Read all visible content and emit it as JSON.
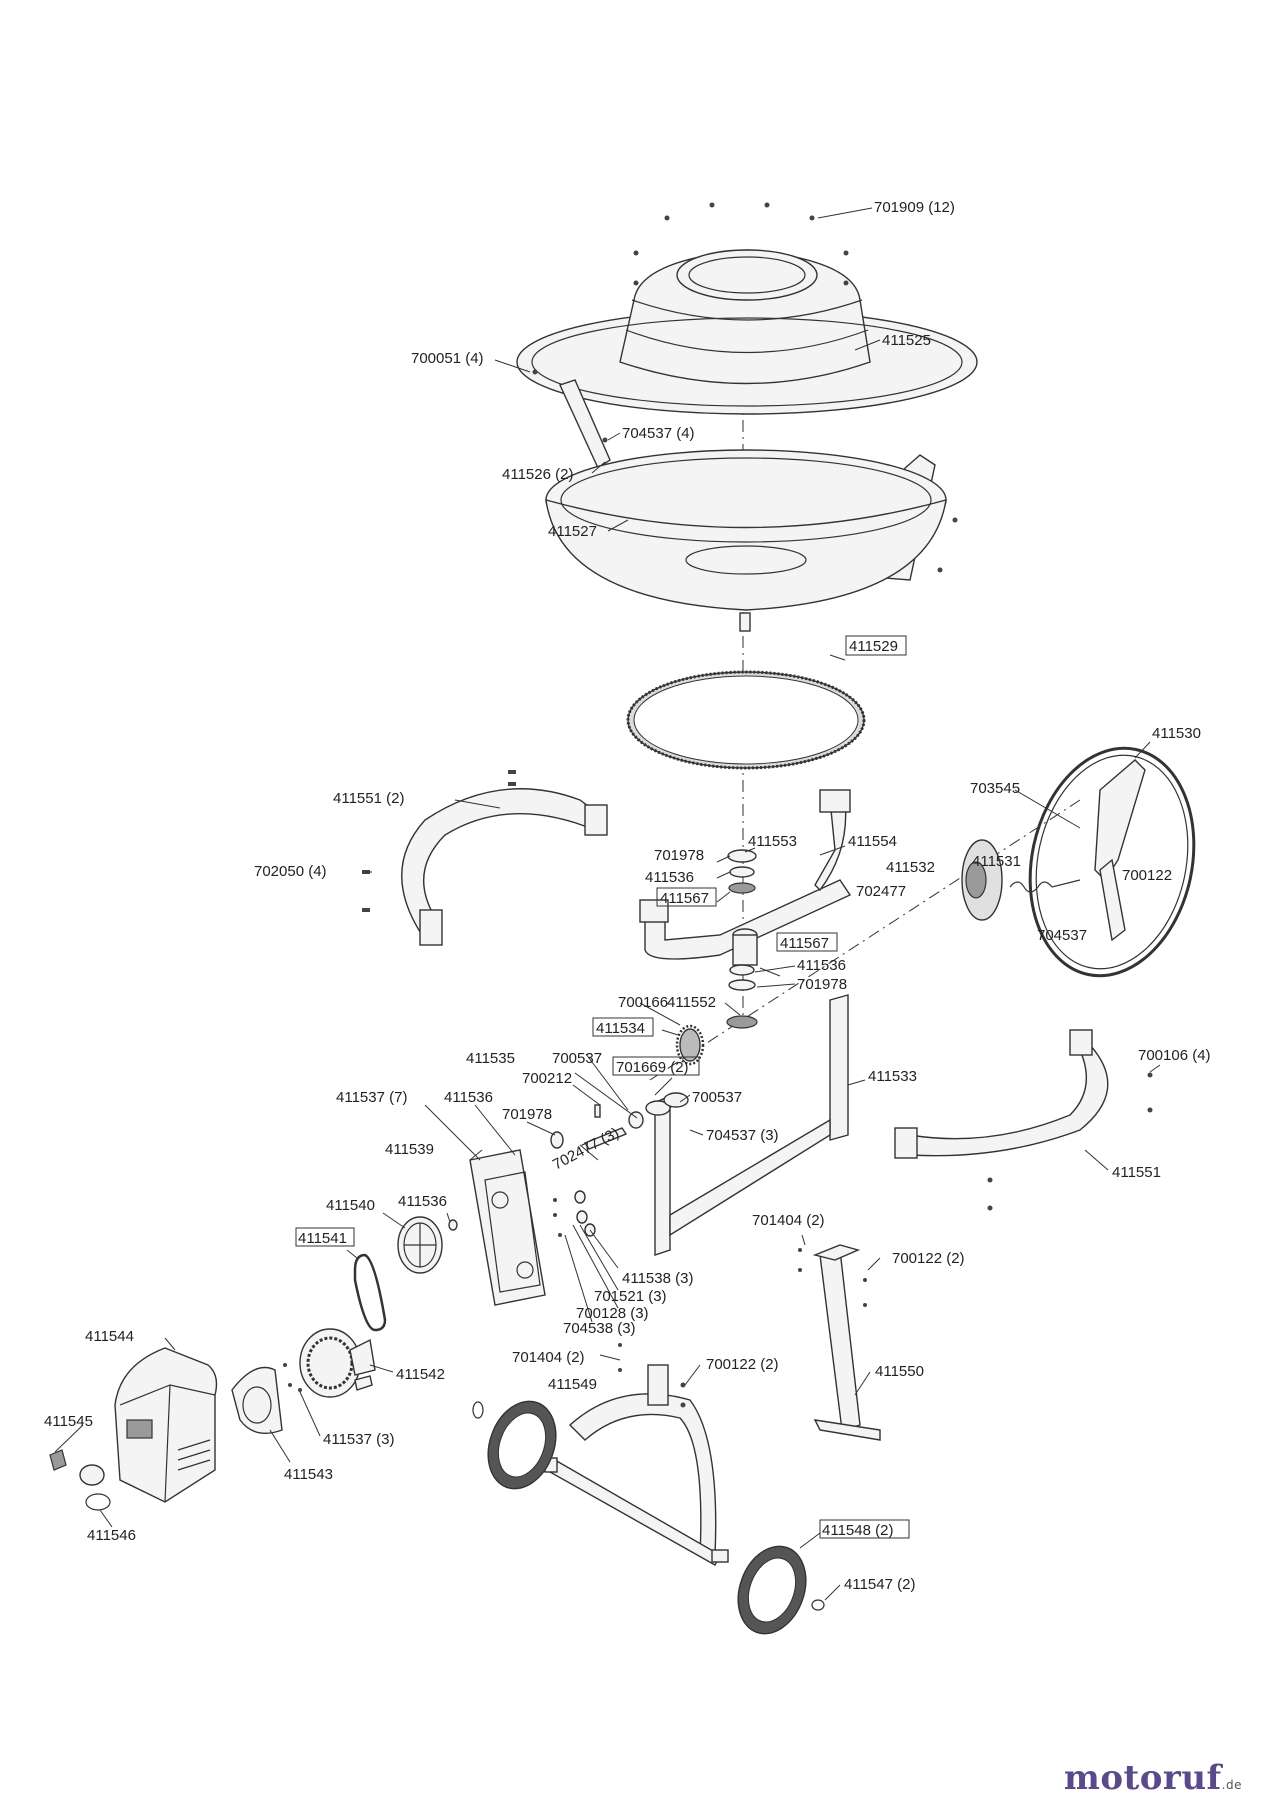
{
  "labels": {
    "l701909": "701909 (12)",
    "l411525": "411525",
    "l700051": "700051 (4)",
    "l704537_4": "704537 (4)",
    "l411526": "411526 (2)",
    "l411527": "411527",
    "l411529": "411529",
    "l411530": "411530",
    "l703545": "703545",
    "l411551_2": "411551 (2)",
    "l411553": "411553",
    "l411554": "411554",
    "l701978_a": "701978",
    "l411536_a": "411536",
    "l411567_a": "411567",
    "l702050": "702050 (4)",
    "l411532": "411532",
    "l411531": "411531",
    "l700122_a": "700122",
    "l702477": "702477",
    "l704537": "704537",
    "l411567_b": "411567",
    "l411536_b": "411536",
    "l701978_b": "701978",
    "l700166": "700166",
    "l411552": "411552",
    "l411534": "411534",
    "l411535": "411535",
    "l700537_a": "700537",
    "l700212": "700212",
    "l701669": "701669 (2)",
    "l700537_b": "700537",
    "l411533": "411533",
    "l700106": "700106 (4)",
    "l411537_7": "411537 (7)",
    "l411536_c": "411536",
    "l701978_c": "701978",
    "l704537_3": "704537 (3)",
    "l411539": "411539",
    "l702477_3": "702477 (3)",
    "l411551": "411551",
    "l411540": "411540",
    "l411536_d": "411536",
    "l411541": "411541",
    "l701404_a": "701404 (2)",
    "l700122_2a": "700122 (2)",
    "l411538": "411538 (3)",
    "l701521": "701521 (3)",
    "l700128": "700128 (3)",
    "l704538": "704538 (3)",
    "l411544": "411544",
    "l701404_b": "701404 (2)",
    "l700122_2b": "700122 (2)",
    "l411542": "411542",
    "l411549": "411549",
    "l411550": "411550",
    "l411545": "411545",
    "l411537_3": "411537 (3)",
    "l411543": "411543",
    "l411546": "411546",
    "l411548": "411548 (2)",
    "l411547": "411547 (2)"
  },
  "brand": {
    "name": "motoruf",
    "tld": ".de"
  }
}
